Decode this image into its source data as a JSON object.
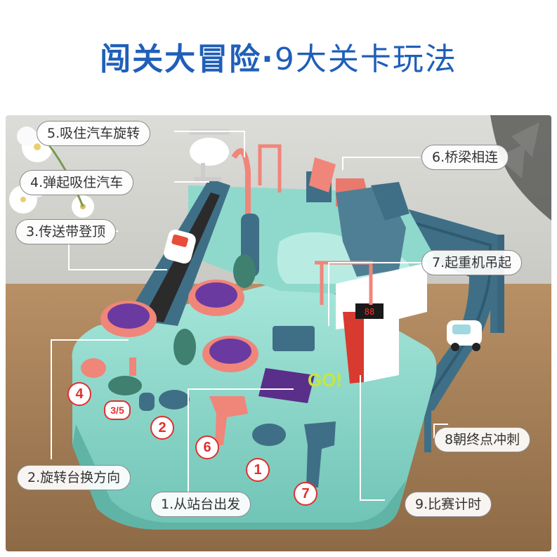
{
  "title": {
    "main": "闯关大冒险",
    "dot": "·",
    "sub": "9大关卡玩法"
  },
  "go_text": "GO!",
  "labels": [
    "5.吸住汽车旋转",
    "4.弹起吸住汽车",
    "3.传送带登顶",
    "6.桥梁相连",
    "7.起重机吊起",
    "8朝终点冲刺",
    "2.旋转台换方向",
    "1.从站台出发",
    "9.比赛计时"
  ],
  "badges": [
    "4",
    "3/5",
    "2",
    "6",
    "1",
    "7"
  ],
  "colors": {
    "title": "#1f5fb8",
    "badge": "#e03030",
    "toy_base": "#8ed8cc",
    "toy_dark": "#3f6f86",
    "coral": "#f0857a",
    "purple": "#6a3aa0"
  }
}
